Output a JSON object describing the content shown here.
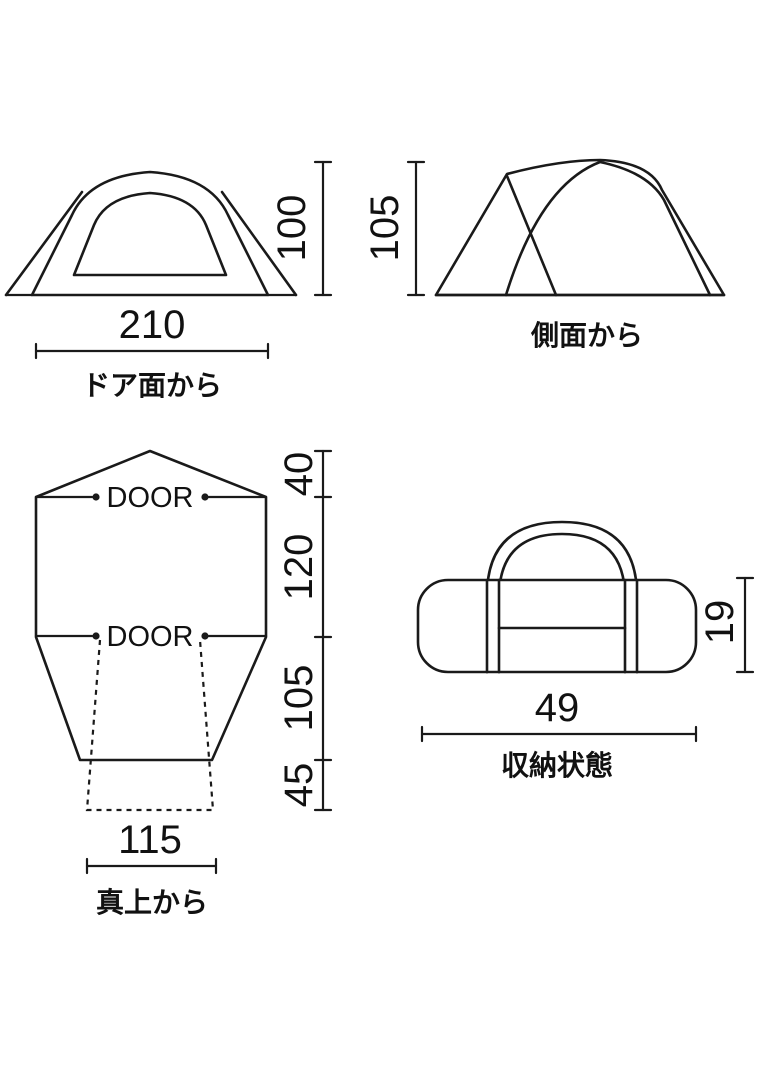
{
  "door_view": {
    "width_value": "210",
    "height_value": "100",
    "caption": "ドア面から"
  },
  "side_view": {
    "height_value": "105",
    "caption": "側面から"
  },
  "top_view": {
    "door_label_front": "DOOR",
    "door_label_inner": "DOOR",
    "depth_values": [
      "40",
      "120",
      "105",
      "45"
    ],
    "width_value": "115",
    "caption": "真上から"
  },
  "storage_view": {
    "length_value": "49",
    "height_value": "19",
    "caption": "収納状態"
  }
}
